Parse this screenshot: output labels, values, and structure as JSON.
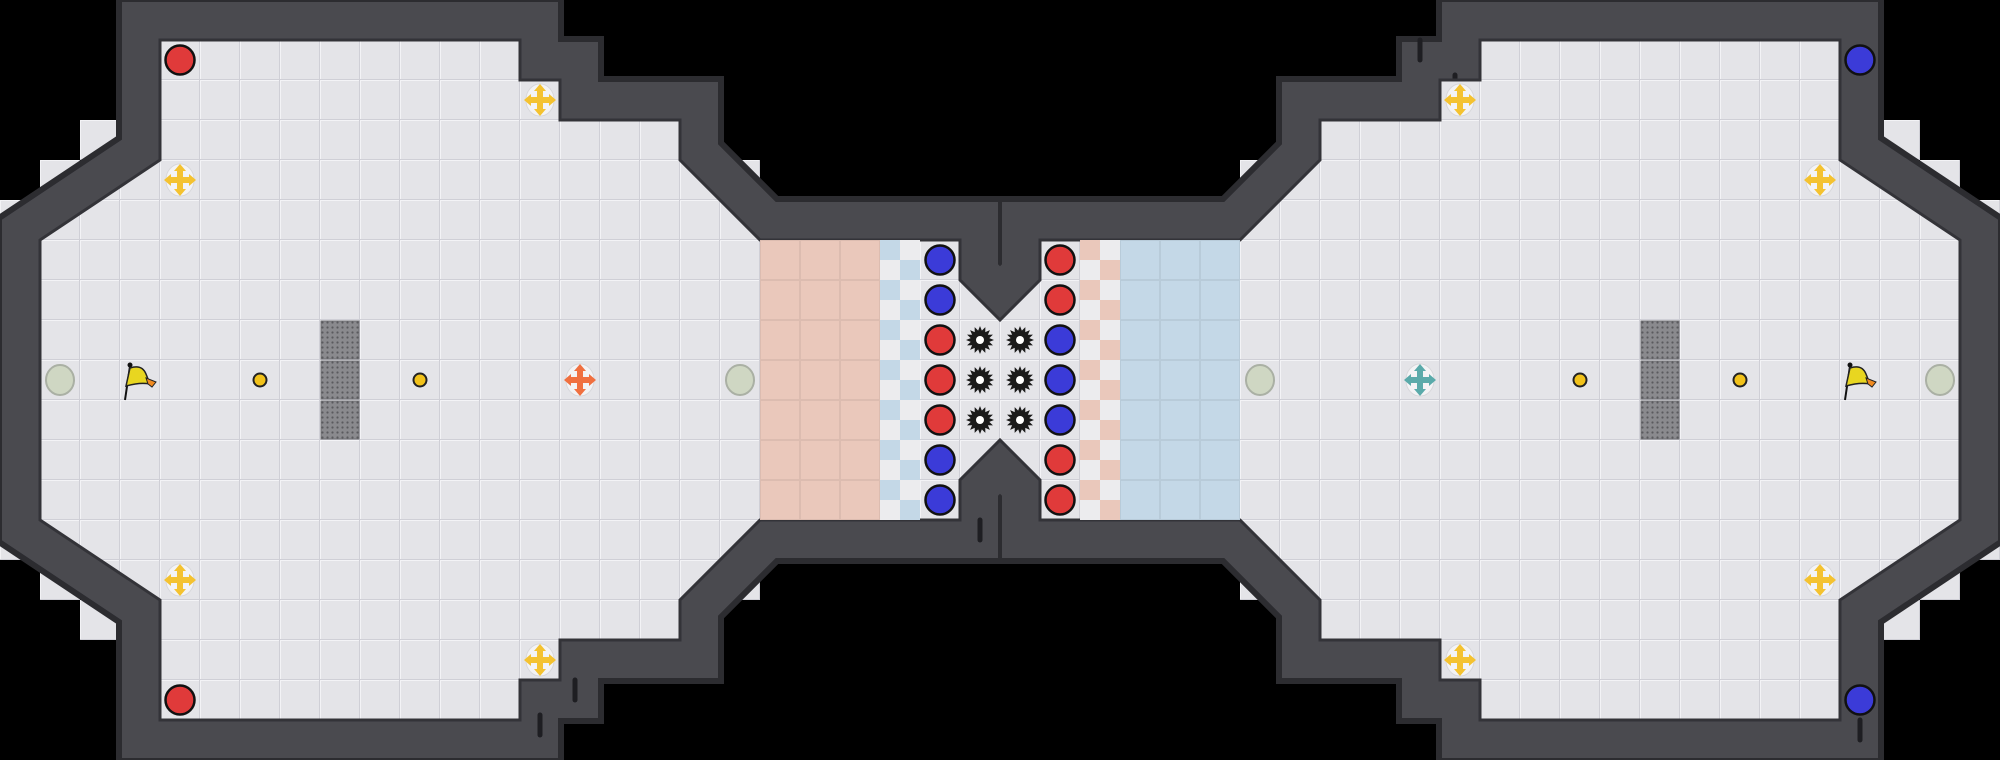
{
  "map": {
    "background": "#000000",
    "wall": "#4a4a4f",
    "wall_edge": "#2c2c30",
    "floor": "#e4e4e8",
    "floor_line": "#d2d2d8",
    "outside_tile": "#e8e8ec",
    "red_zone": "#eac8bb",
    "blue_zone": "#c4d8e7",
    "checker_white": "#ececee"
  },
  "teams": {
    "red": "#e03a3a",
    "blue": "#3b3bd8"
  },
  "center_gate": {
    "left_column": [
      "blue",
      "blue",
      "red",
      "red",
      "red",
      "blue",
      "blue"
    ],
    "right_column": [
      "red",
      "red",
      "blue",
      "blue",
      "blue",
      "red",
      "red"
    ]
  },
  "icons": {
    "boost_neutral": "#f4c230",
    "boost_red": "#f07040",
    "boost_blue": "#5aaaaa",
    "flag": "#e8d620",
    "bomb": "#f2c21a",
    "neutral_portal": "#cfd7c3",
    "spike": "#1a1a1a",
    "grate": "#8a8a8e"
  }
}
